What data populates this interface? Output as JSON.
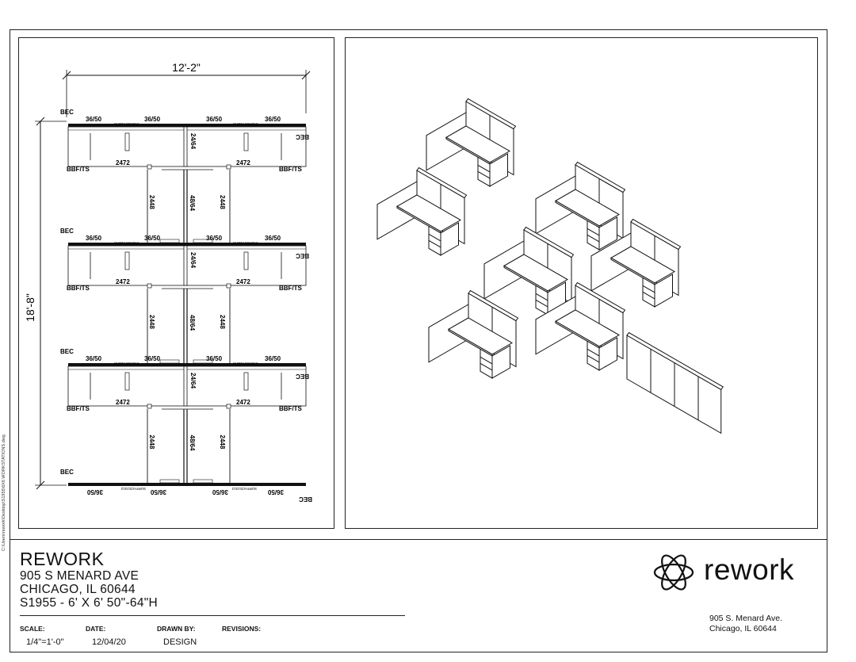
{
  "plan": {
    "overall_width": "12'-2\"",
    "overall_height": "18'-8\"",
    "row_labels": {
      "bec": "BEC",
      "sizes": [
        "36/50",
        "36/50",
        "36/50",
        "36/50"
      ],
      "panel_code": "SURFACE2312",
      "mid_panel": "24/64",
      "desk": "2472",
      "pedestal": "BBF/TS",
      "return_left": "2448",
      "return_right": "2448",
      "spine": "48/64"
    }
  },
  "title_block": {
    "company": "REWORK",
    "address_line1": "905 S MENARD AVE",
    "address_line2": "CHICAGO, IL 60644",
    "description": "S1955 - 6' X 6' 50\"-64\"H",
    "scale_label": "SCALE:",
    "scale_value": "1/4\"=1'-0\"",
    "date_label": "DATE:",
    "date_value": "12/04/20",
    "drawn_label": "DRAWN BY:",
    "drawn_value": "DESIGN",
    "revisions_label": "REVISIONS:",
    "side_path": "C:\\Users\\rework\\Desktop\\S1955\\6X6 WORKSTATIONS.dwg"
  },
  "logo": {
    "wordmark": "rework",
    "address_line1": "905 S. Menard Ave.",
    "address_line2": "Chicago, IL 60644"
  }
}
